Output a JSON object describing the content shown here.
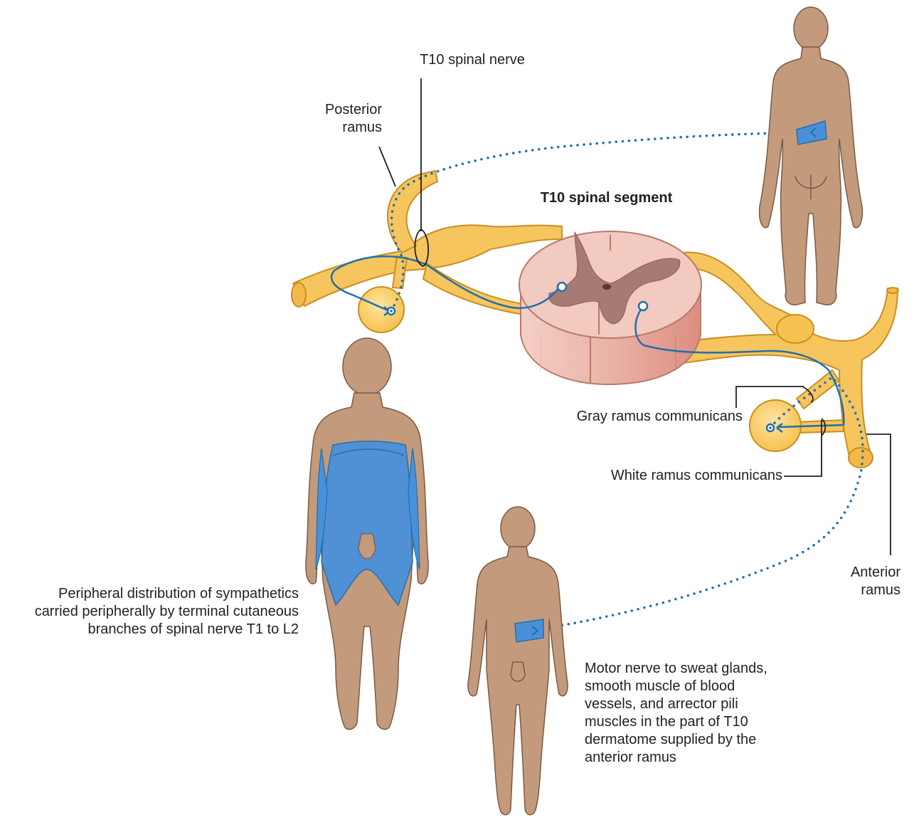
{
  "labels": {
    "t10_spinal_nerve": "T10 spinal nerve",
    "posterior_ramus": [
      "Posterior",
      "ramus"
    ],
    "t10_spinal_segment": "T10 spinal segment",
    "gray_ramus": "Gray ramus communicans",
    "white_ramus": "White ramus communicans",
    "anterior_ramus": [
      "Anterior",
      "ramus"
    ],
    "peripheral_distribution": [
      "Peripheral distribution of sympathetics",
      "carried peripherally by terminal cutaneous",
      "branches of spinal nerve T1 to L2"
    ],
    "motor_nerve": [
      "Motor nerve to sweat glands,",
      "smooth muscle of blood",
      "vessels, and arrector pili",
      "muscles in the part of T10",
      "dermatome supplied by the",
      "anterior ramus"
    ]
  },
  "colors": {
    "skin": "#c49a7c",
    "skin_outline": "#7a5a45",
    "nerve": "#f7c55e",
    "nerve_outline": "#c98f1f",
    "fiber": "#1f6fae",
    "dermatome": "#4a90d9",
    "cord": "#f2c4bb",
    "cord_side": "#e8a89a",
    "gray_matter": "#a77b73",
    "leader": "#231f20"
  }
}
